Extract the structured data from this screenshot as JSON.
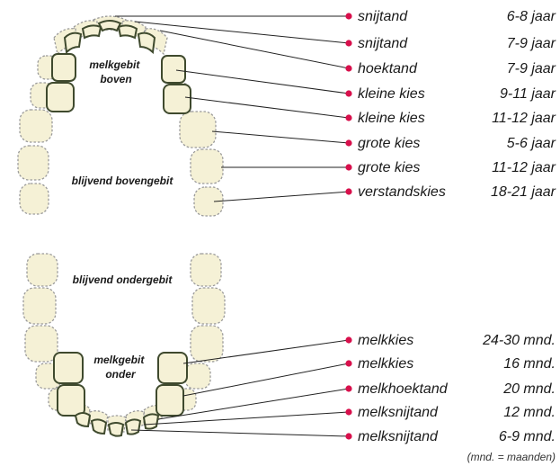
{
  "colors": {
    "tooth_fill": "#f5f1d6",
    "permanent_outline": "#9a9a9a",
    "deciduous_outline": "#3f4a2e",
    "leader_line": "#222222",
    "leader_dot": "#d8104c"
  },
  "upper_jaw": {
    "deciduous_label": [
      "melkgebit",
      "boven"
    ],
    "permanent_label": "blijvend bovengebit",
    "legend": [
      {
        "tooth": "snijtand",
        "age": "6-8 jaar"
      },
      {
        "tooth": "snijtand",
        "age": "7-9 jaar"
      },
      {
        "tooth": "hoektand",
        "age": "7-9 jaar"
      },
      {
        "tooth": "kleine kies",
        "age": "9-11 jaar"
      },
      {
        "tooth": "kleine kies",
        "age": "11-12 jaar"
      },
      {
        "tooth": "grote kies",
        "age": "5-6 jaar"
      },
      {
        "tooth": "grote kies",
        "age": "11-12 jaar"
      },
      {
        "tooth": "verstandskies",
        "age": "18-21 jaar"
      }
    ]
  },
  "lower_jaw": {
    "deciduous_label": [
      "melkgebit",
      "onder"
    ],
    "permanent_label": "blijvend ondergebit",
    "legend": [
      {
        "tooth": "melkkies",
        "age": "24-30 mnd."
      },
      {
        "tooth": "melkkies",
        "age": "16 mnd."
      },
      {
        "tooth": "melkhoektand",
        "age": "20 mnd."
      },
      {
        "tooth": "melksnijtand",
        "age": "12 mnd."
      },
      {
        "tooth": "melksnijtand",
        "age": "6-9 mnd."
      }
    ]
  },
  "footnote": "(mnd. = maanden)"
}
